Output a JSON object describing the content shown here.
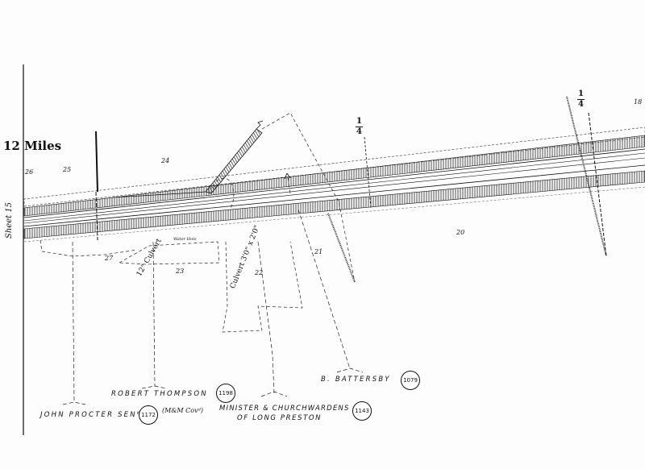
{
  "mileage_label": "12 Miles",
  "sheet_label": "Sheet 15",
  "quarter_marks": [
    {
      "num": "1",
      "den": "4"
    },
    {
      "num": "1",
      "den": "4"
    }
  ],
  "plot_numbers": [
    "26",
    "25",
    "24",
    "27",
    "23",
    "22",
    "21",
    "20",
    "18"
  ],
  "annotations": {
    "culvert_12": "12\" Culvert",
    "culvert_large": "Culvert 3'0\" x 2'0\"",
    "water_hole": "Water Hole"
  },
  "owners": [
    {
      "name": "JOHN PROCTER SENᴿ",
      "ref": "1172",
      "note": "(M&M Covᵈ)"
    },
    {
      "name": "ROBERT THOMPSON",
      "ref": "1198"
    },
    {
      "name": "MINISTER & CHURCHWARDENS",
      "name2": "OF LONG PRESTON",
      "ref": "1143"
    },
    {
      "name": "B. BATTERSBY",
      "ref": "1079"
    }
  ]
}
